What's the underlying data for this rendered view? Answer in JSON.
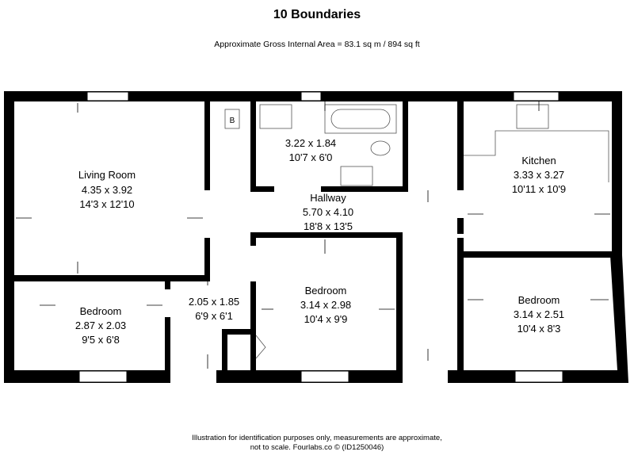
{
  "title": "10 Boundaries",
  "subtitle": "Approximate Gross Internal Area = 83.1 sq m / 894 sq ft",
  "boiler_label": "B",
  "rooms": {
    "living": {
      "name": "Living Room",
      "metric": "4.35 x 3.92",
      "imperial": "14'3 x 12'10"
    },
    "bathroom": {
      "metric": "3.22 x 1.84",
      "imperial": "10'7 x 6'0"
    },
    "hallway": {
      "name": "Hallway",
      "metric": "5.70 x 4.10",
      "imperial": "18'8 x 13'5"
    },
    "kitchen": {
      "name": "Kitchen",
      "metric": "3.33 x 3.27",
      "imperial": "10'11 x 10'9"
    },
    "bedroom_left": {
      "name": "Bedroom",
      "metric": "2.87 x 2.03",
      "imperial": "9'5 x 6'8"
    },
    "landing": {
      "metric": "2.05 x 1.85",
      "imperial": "6'9 x 6'1"
    },
    "bedroom_center": {
      "name": "Bedroom",
      "metric": "3.14 x 2.98",
      "imperial": "10'4 x 9'9"
    },
    "bedroom_right": {
      "name": "Bedroom",
      "metric": "3.14 x 2.51",
      "imperial": "10'4 x 8'3"
    }
  },
  "footer": {
    "line1": "Illustration for identification purposes only, measurements are approximate,",
    "line2": "not to scale. Fourlabs.co © (ID1250046)"
  }
}
